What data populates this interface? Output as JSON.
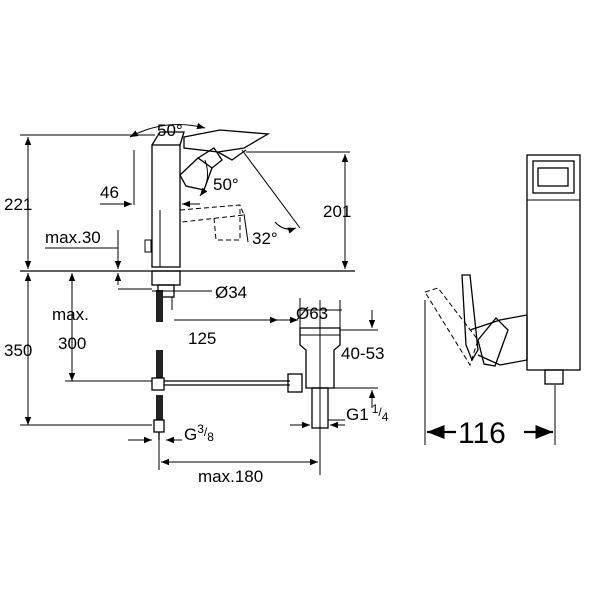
{
  "dimensions": {
    "angle_top": "50°",
    "angle_side": "50°",
    "angle_spout": "32°",
    "height_221": "221",
    "height_201": "201",
    "width_46": "46",
    "max30_prefix": "max.",
    "max30_value": "30",
    "diameter_34": "Ø34",
    "max_label": "max.",
    "depth_300": "300",
    "height_350": "350",
    "dist_125": "125",
    "diameter_63": "Ø63",
    "range_40_53": "40-53",
    "thread_g38_base": "G",
    "thread_g38_num": "3",
    "thread_g38_den": "8",
    "thread_g1_base": "G1",
    "thread_g1_num": "1",
    "thread_g1_den": "4",
    "max180": "max.180",
    "width_116": "116"
  }
}
